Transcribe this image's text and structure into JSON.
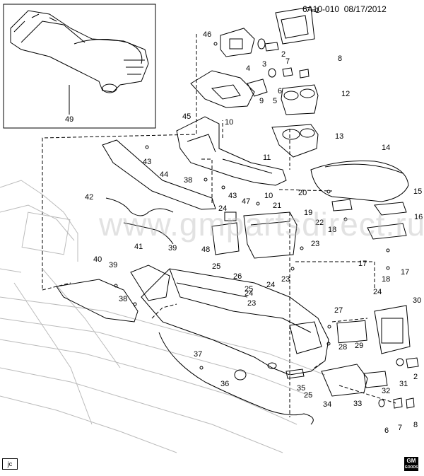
{
  "header": {
    "ref": "6A10-010",
    "date": "08/17/2012"
  },
  "watermark": "www.gmpartsdirect.ru",
  "corner_label": "jc",
  "logo": {
    "text": "GM",
    "sub": "GOODS"
  },
  "inset_callout": "49",
  "callouts": [
    {
      "id": "c1",
      "text": "1"
    },
    {
      "id": "c46",
      "text": "46"
    },
    {
      "id": "c2a",
      "text": "2"
    },
    {
      "id": "c4",
      "text": "4"
    },
    {
      "id": "c3",
      "text": "3"
    },
    {
      "id": "c7",
      "text": "7"
    },
    {
      "id": "c8",
      "text": "8"
    },
    {
      "id": "c6",
      "text": "6"
    },
    {
      "id": "c12",
      "text": "12"
    },
    {
      "id": "c9",
      "text": "9"
    },
    {
      "id": "c5",
      "text": "5"
    },
    {
      "id": "c45",
      "text": "45"
    },
    {
      "id": "c10a",
      "text": "10"
    },
    {
      "id": "c13",
      "text": "13"
    },
    {
      "id": "c43a",
      "text": "43"
    },
    {
      "id": "c44",
      "text": "44"
    },
    {
      "id": "c11",
      "text": "11"
    },
    {
      "id": "c14",
      "text": "14"
    },
    {
      "id": "c38a",
      "text": "38"
    },
    {
      "id": "c42",
      "text": "42"
    },
    {
      "id": "c43b",
      "text": "43"
    },
    {
      "id": "c10b",
      "text": "10"
    },
    {
      "id": "c20",
      "text": "20"
    },
    {
      "id": "c15",
      "text": "15"
    },
    {
      "id": "c47",
      "text": "47"
    },
    {
      "id": "c21",
      "text": "21"
    },
    {
      "id": "c24a",
      "text": "24"
    },
    {
      "id": "c19",
      "text": "19"
    },
    {
      "id": "c22",
      "text": "22"
    },
    {
      "id": "c18a",
      "text": "18"
    },
    {
      "id": "c16",
      "text": "16"
    },
    {
      "id": "c41",
      "text": "41"
    },
    {
      "id": "c48",
      "text": "48"
    },
    {
      "id": "c23a",
      "text": "23"
    },
    {
      "id": "c40",
      "text": "40"
    },
    {
      "id": "c39a",
      "text": "39"
    },
    {
      "id": "c39b",
      "text": "39"
    },
    {
      "id": "c25a",
      "text": "25"
    },
    {
      "id": "c26",
      "text": "26"
    },
    {
      "id": "c23b",
      "text": "23"
    },
    {
      "id": "c17a",
      "text": "17"
    },
    {
      "id": "c17b",
      "text": "17"
    },
    {
      "id": "c18b",
      "text": "18"
    },
    {
      "id": "c24b",
      "text": "24"
    },
    {
      "id": "c25b",
      "text": "25"
    },
    {
      "id": "c24c",
      "text": "24"
    },
    {
      "id": "c38b",
      "text": "38"
    },
    {
      "id": "c23c",
      "text": "23"
    },
    {
      "id": "c24d",
      "text": "24"
    },
    {
      "id": "c30",
      "text": "30"
    },
    {
      "id": "c27",
      "text": "27"
    },
    {
      "id": "c28",
      "text": "28"
    },
    {
      "id": "c29",
      "text": "29"
    },
    {
      "id": "c37",
      "text": "37"
    },
    {
      "id": "c36",
      "text": "36"
    },
    {
      "id": "c35",
      "text": "35"
    },
    {
      "id": "c25c",
      "text": "25"
    },
    {
      "id": "c34",
      "text": "34"
    },
    {
      "id": "c31",
      "text": "31"
    },
    {
      "id": "c2b",
      "text": "2"
    },
    {
      "id": "c32",
      "text": "32"
    },
    {
      "id": "c33",
      "text": "33"
    },
    {
      "id": "c6b",
      "text": "6"
    },
    {
      "id": "c7b",
      "text": "7"
    },
    {
      "id": "c8b",
      "text": "8"
    }
  ]
}
